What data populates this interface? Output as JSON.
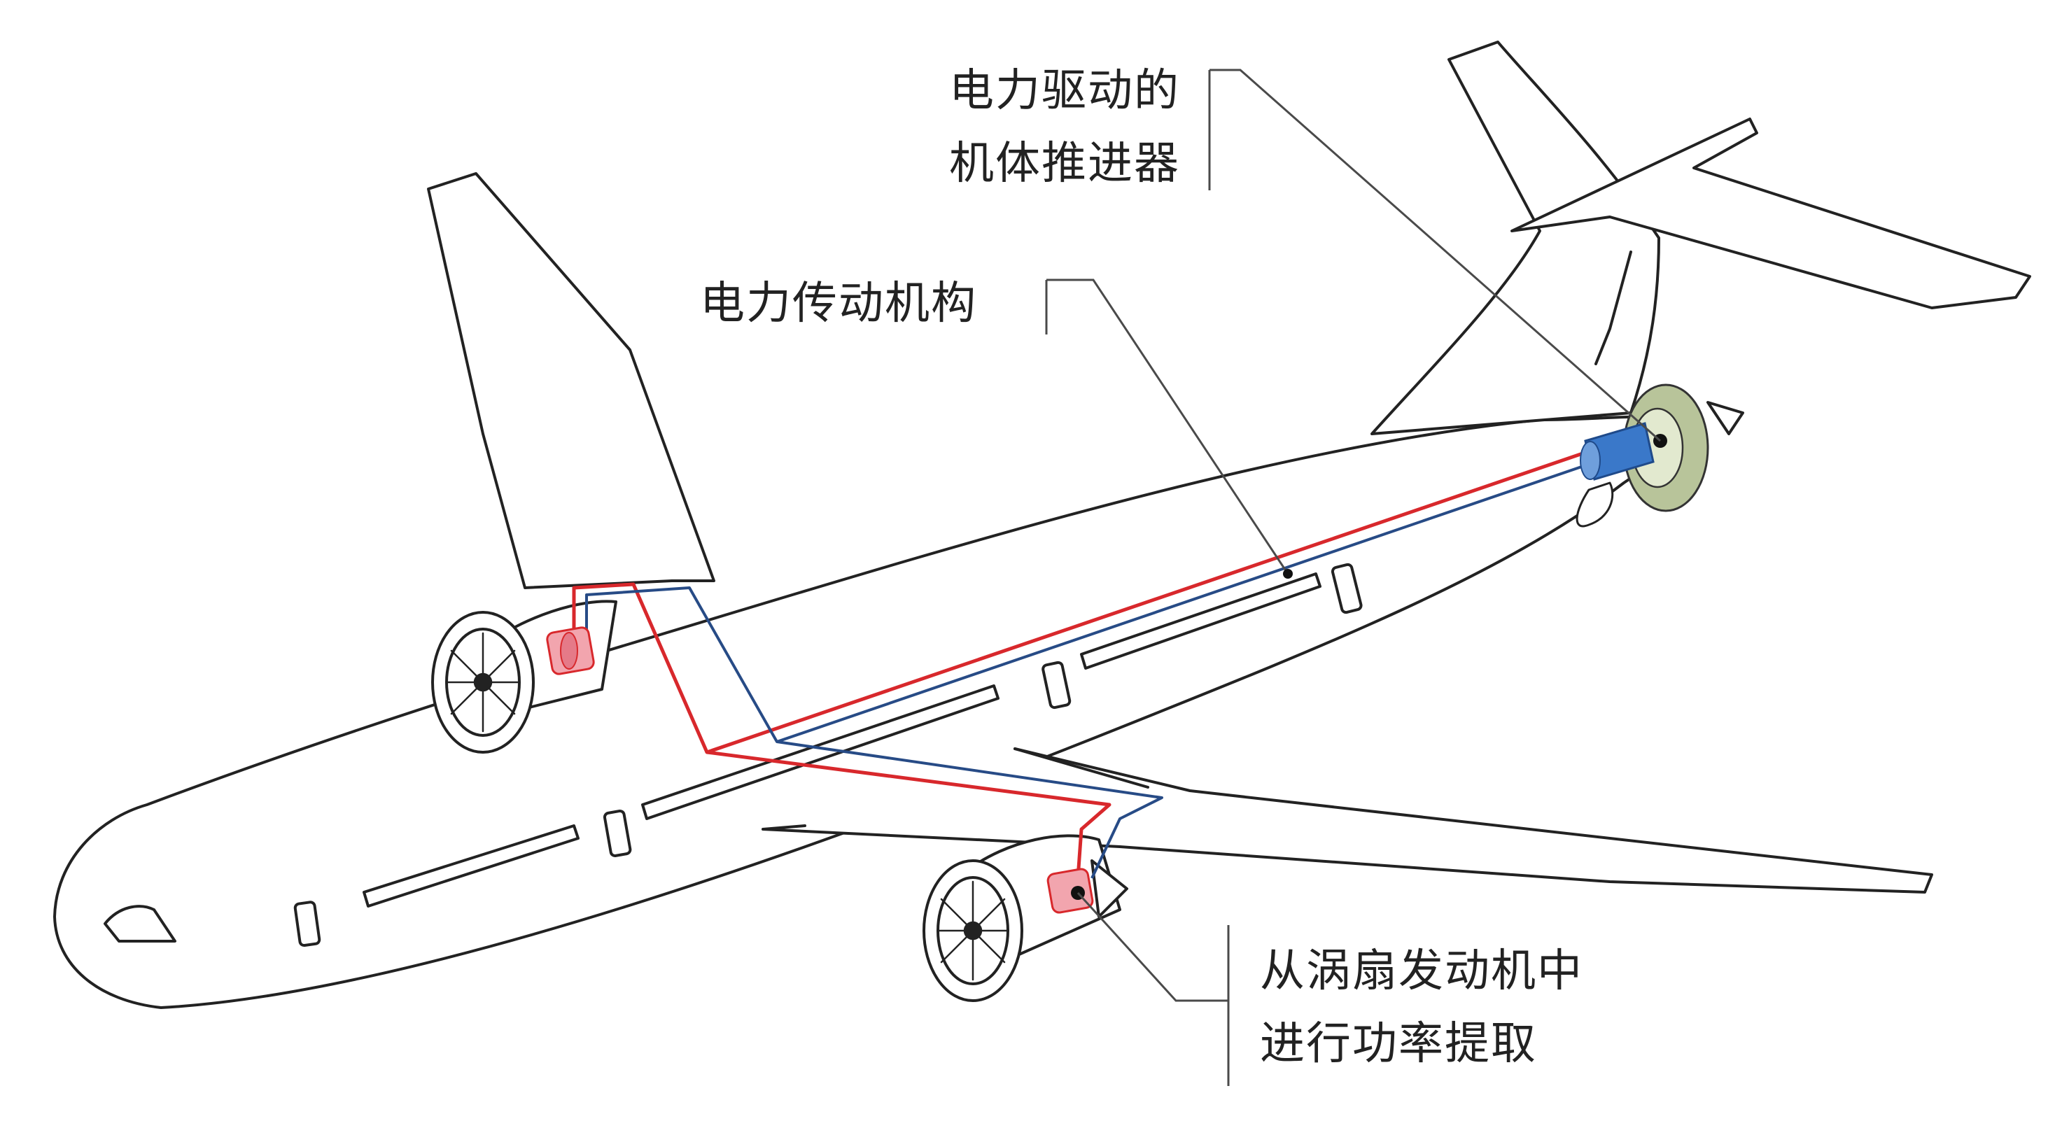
{
  "labels": {
    "thruster": {
      "line1": "电力驱动的",
      "line2": "机体推进器"
    },
    "transmission": {
      "line1": "电力传动机构"
    },
    "extraction": {
      "line1": "从涡扇发动机中",
      "line2": "进行功率提取"
    }
  },
  "colors": {
    "outline": "#222222",
    "leader": "#4a4a4a",
    "power_cable": "#d8282c",
    "signal_cable": "#274b86",
    "generator_fill": "#f2a5ae",
    "motor_fill": "#3a78c9",
    "fan_ring": "#b8c49a"
  },
  "icons": {
    "generator": "generator-icon",
    "motor": "motor-icon",
    "fan": "fan-icon"
  }
}
